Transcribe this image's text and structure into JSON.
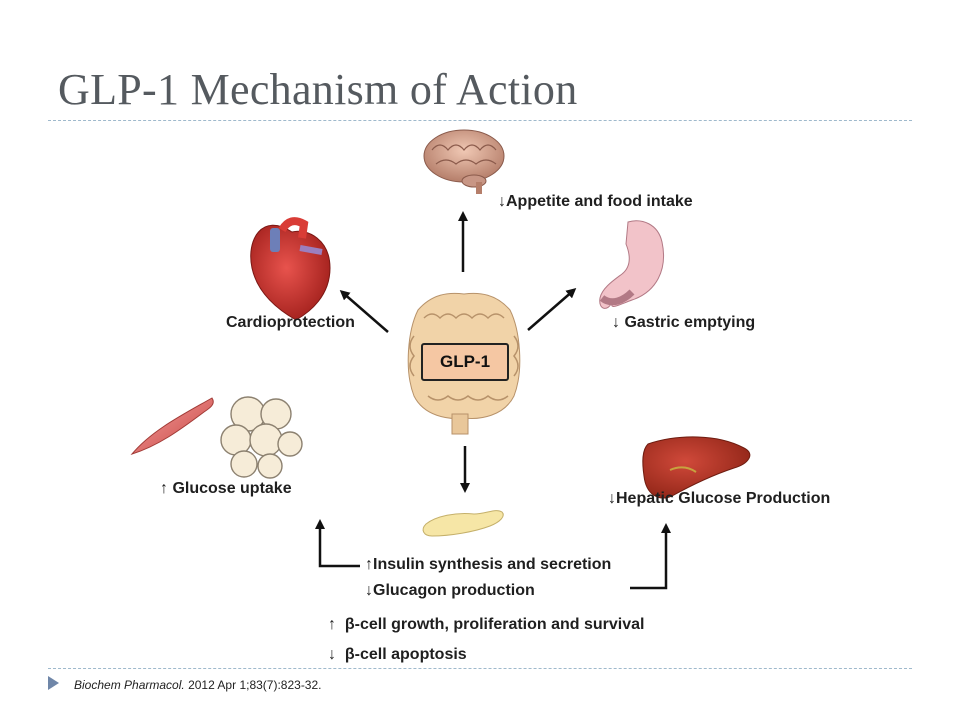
{
  "slide": {
    "title": "GLP-1 Mechanism of Action"
  },
  "diagram": {
    "center_label": "GLP-1",
    "effects": {
      "brain_arrow": "↓",
      "brain": "Appetite and food intake",
      "stomach_arrow": "↓",
      "stomach": "Gastric emptying",
      "heart": "Cardioprotection",
      "muscle_arrow": "↑",
      "muscle_fat": "Glucose uptake",
      "liver_arrow": "↓",
      "liver": "Hepatic Glucose Production",
      "insulin_arrow": "↑",
      "insulin": "Insulin synthesis and secretion",
      "glucagon_arrow": "↓",
      "glucagon": "Glucagon production",
      "beta_growth_arrow": "↑",
      "beta_growth": "β-cell growth, proliferation and survival",
      "beta_apoptosis_arrow": "↓",
      "beta_apoptosis": "β-cell apoptosis"
    },
    "icons": [
      "brain-icon",
      "heart-icon",
      "stomach-icon",
      "intestine-icon",
      "muscle-icon",
      "fat-cells-icon",
      "liver-icon",
      "pancreas-icon"
    ]
  },
  "citation": {
    "journal": "Biochem Pharmacol.",
    "details": "2012 Apr 1;83(7):823-32."
  },
  "colors": {
    "title": "#555a5f",
    "rule": "#9fb9cc",
    "bullet": "#6f86a8",
    "glp_box": "#f5c7a3"
  }
}
